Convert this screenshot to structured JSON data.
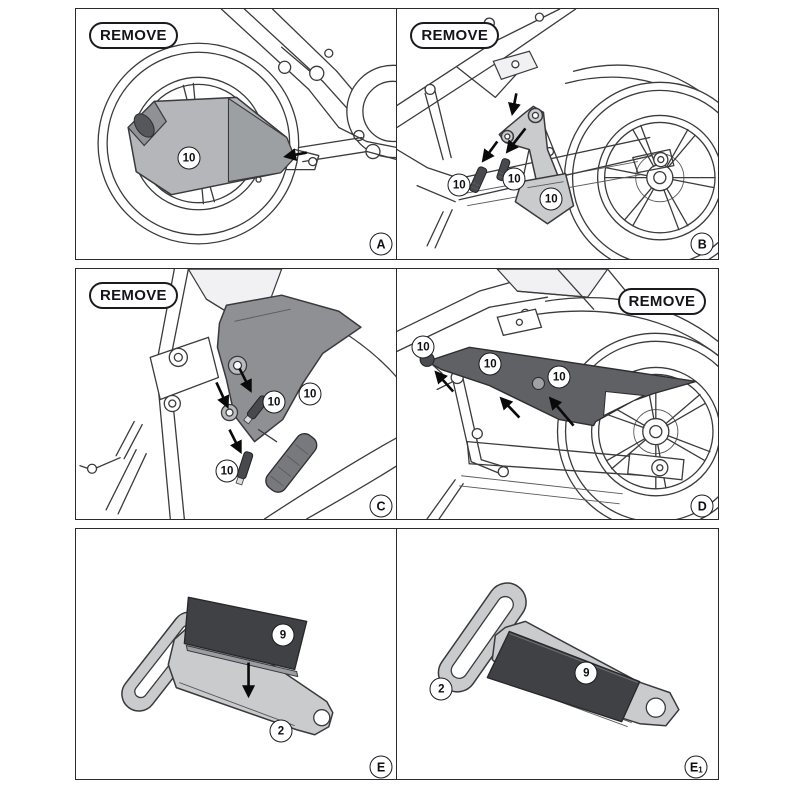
{
  "figure": {
    "background": "#ffffff",
    "panel_border_color": "#2b2b2d",
    "line_color": "#3b3b3d",
    "part_colors": {
      "muffler_gray": "#b4b6b9",
      "bracket_gray": "#8e9093",
      "chain_guard_gray": "#5f6164",
      "plate_light_gray": "#c9cbcd",
      "rubber_pad_dark": "#3f4144",
      "bolt_dark": "#47494d"
    }
  },
  "labels": {
    "remove": "REMOVE"
  },
  "panels": [
    {
      "letter": "A",
      "letter_sub": "",
      "badge_position": "top-left",
      "callouts": [
        {
          "num": "10"
        }
      ]
    },
    {
      "letter": "B",
      "letter_sub": "",
      "badge_position": "top-left",
      "callouts": [
        {
          "num": "10"
        },
        {
          "num": "10"
        },
        {
          "num": "10"
        }
      ]
    },
    {
      "letter": "C",
      "letter_sub": "",
      "badge_position": "top-left",
      "callouts": [
        {
          "num": "10"
        },
        {
          "num": "10"
        },
        {
          "num": "10"
        }
      ]
    },
    {
      "letter": "D",
      "letter_sub": "",
      "badge_position": "top-right",
      "callouts": [
        {
          "num": "10"
        },
        {
          "num": "10"
        },
        {
          "num": "10"
        }
      ]
    },
    {
      "letter": "E",
      "letter_sub": "",
      "callouts": [
        {
          "num": "9"
        },
        {
          "num": "2"
        }
      ]
    },
    {
      "letter": "E",
      "letter_sub": "1",
      "callouts": [
        {
          "num": "2"
        },
        {
          "num": "9"
        }
      ]
    }
  ]
}
